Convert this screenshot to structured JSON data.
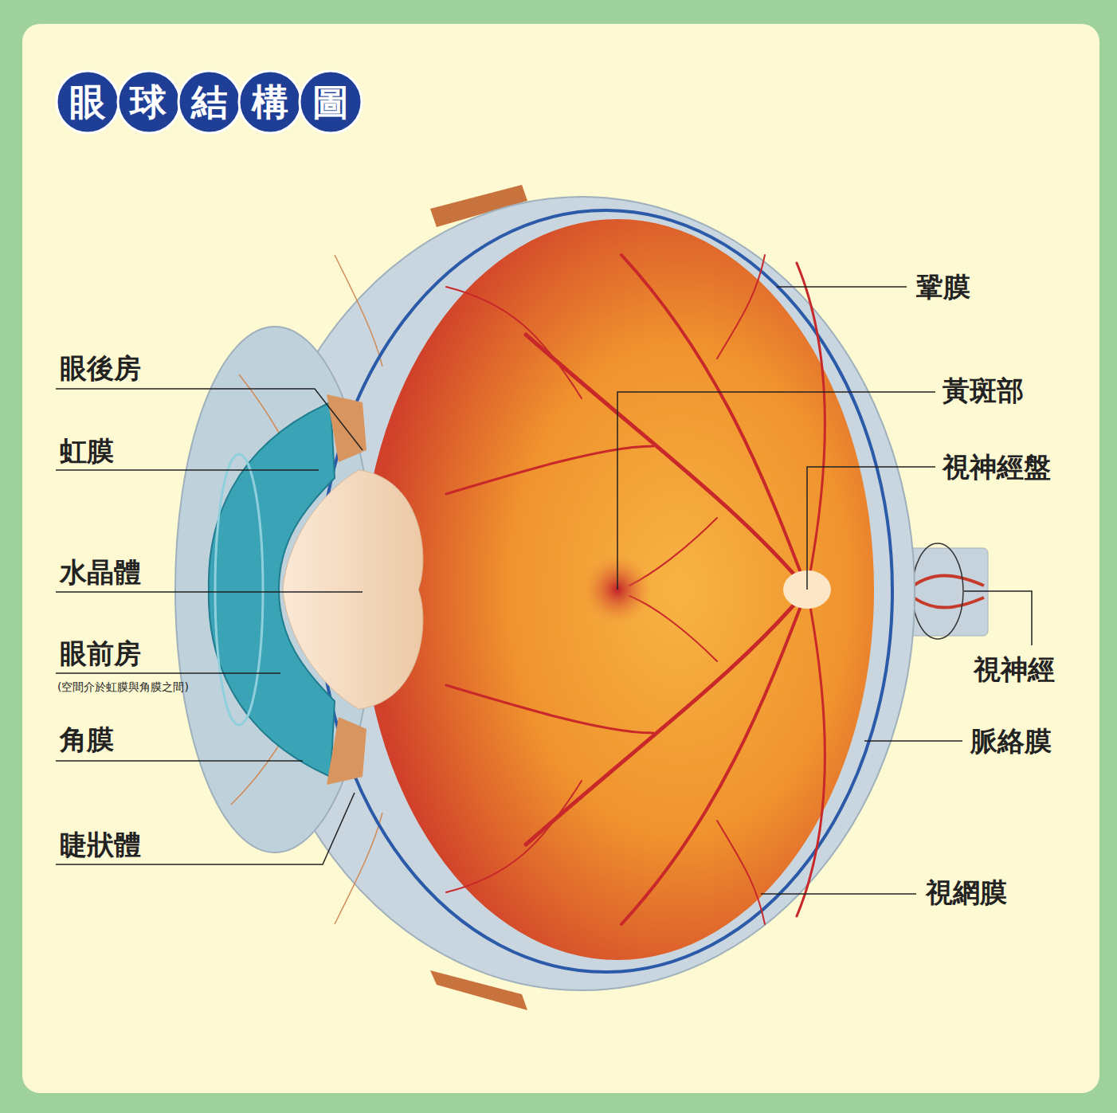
{
  "diagram": {
    "title": "眼球結構圖",
    "labels": [
      "鞏膜",
      "眼後房",
      "黃斑部",
      "虹膜",
      "視神經盤",
      "水晶體",
      "眼前房",
      "(空間介於虹膜與角膜之間)",
      "視神經",
      "角膜",
      "脈絡膜",
      "睫狀體",
      "視網膜"
    ]
  }
}
